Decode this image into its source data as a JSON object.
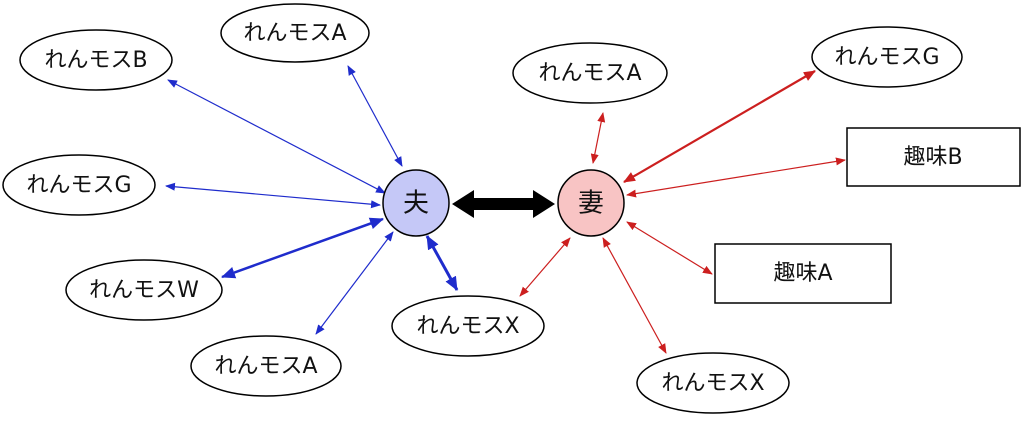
{
  "colors": {
    "husband_fill": "#c5c8f7",
    "wife_fill": "#f8c4c4",
    "blue_edge": "#1f2ccc",
    "red_edge": "#cc1f1f",
    "black_edge": "#000000",
    "node_stroke": "#000000"
  },
  "nodes": {
    "husband": {
      "label": "夫"
    },
    "wife": {
      "label": "妻"
    },
    "h_b": {
      "label": "れんモスB"
    },
    "h_a_top": {
      "label": "れんモスA"
    },
    "h_g": {
      "label": "れんモスG"
    },
    "h_w": {
      "label": "れんモスW"
    },
    "h_a_bottom": {
      "label": "れんモスA"
    },
    "shared_x": {
      "label": "れんモスX"
    },
    "w_a": {
      "label": "れんモスA"
    },
    "w_g": {
      "label": "れんモスG"
    },
    "w_hobby_b": {
      "label": "趣味B"
    },
    "w_hobby_a": {
      "label": "趣味A"
    },
    "w_x": {
      "label": "れんモスX"
    }
  }
}
